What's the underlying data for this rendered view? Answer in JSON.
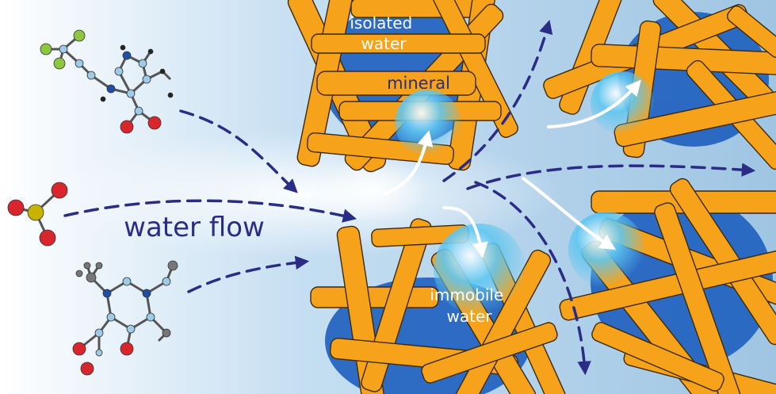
{
  "labels": {
    "isolated_water": [
      "isolated",
      "water"
    ],
    "mineral": "mineral",
    "water_flow": "water flow",
    "immobile_water": [
      "immobile",
      "water"
    ]
  },
  "colors": {
    "background_left": "#ffffff",
    "background_right": "#9fc5e3",
    "rod_fill": "#f7a21b",
    "rod_outline": "#3d2a05",
    "pore_water": "#1e5fbf",
    "bubble": "#5fc6f0",
    "arrow_dashed": "#2a2c86",
    "arrow_white": "#ffffff",
    "label_dark": "#2a2c86",
    "label_light": "#ffffff"
  },
  "molecules": [
    {
      "name": "fluorinated-pyridine-carboxylic-acid",
      "atoms": [
        "F",
        "F",
        "F",
        "N",
        "N",
        "O",
        "O"
      ]
    },
    {
      "name": "sulfonyl-molecule",
      "atoms": [
        "S",
        "O",
        "O",
        "O"
      ]
    },
    {
      "name": "quinolone-carboxylic-acid",
      "atoms": [
        "N",
        "N",
        "O",
        "O",
        "O"
      ]
    }
  ]
}
